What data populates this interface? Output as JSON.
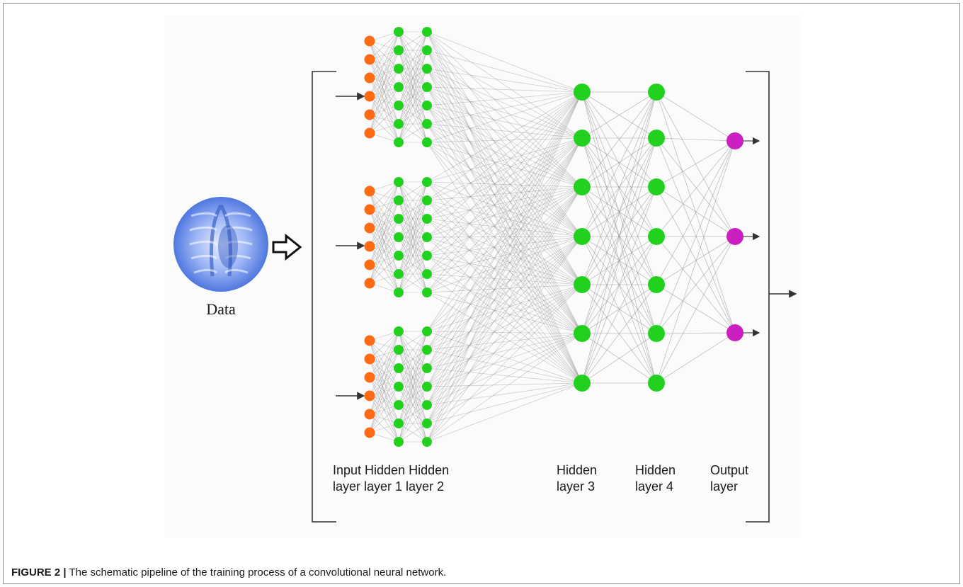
{
  "figure": {
    "caption_label": "FIGURE 2 |",
    "caption_text": " The schematic pipeline of the training process of a convolutional neural network."
  },
  "data_label": "Data",
  "layer_labels": {
    "input_hidden1_hidden2_line1": "Input Hidden Hidden",
    "input_hidden1_hidden2_line2": "layer layer 1 layer 2",
    "hidden3_line1": "Hidden",
    "hidden3_line2": "layer 3",
    "hidden4_line1": "Hidden",
    "hidden4_line2": "layer 4",
    "output_line1": "Output",
    "output_line2": "layer"
  },
  "colors": {
    "input_node": "#ff6a13",
    "hidden_node": "#22d11e",
    "output_node": "#cc1fc0",
    "edge": "#8c8c8c",
    "xray_blue": "#5f86e8"
  }
}
